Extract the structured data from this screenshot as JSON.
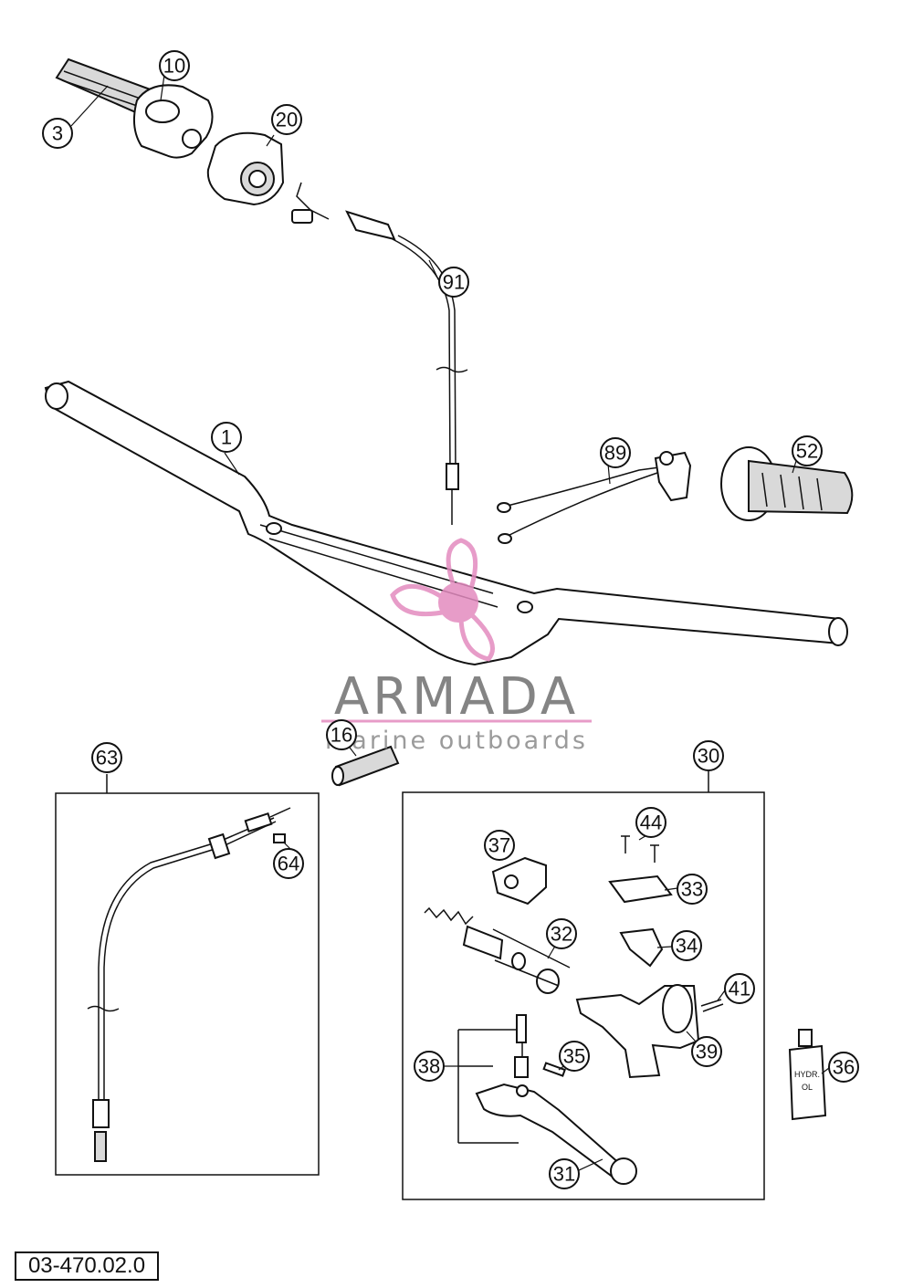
{
  "diagram_code": "03-470.02.0",
  "watermark": {
    "brand": "ARMADA",
    "tagline": "marine outboards",
    "accent_color": "#e38bbf"
  },
  "callouts": {
    "c1": "1",
    "c3": "3",
    "c10": "10",
    "c16": "16",
    "c20": "20",
    "c30": "30",
    "c31": "31",
    "c32": "32",
    "c33": "33",
    "c34": "34",
    "c35": "35",
    "c36": "36",
    "c37": "37",
    "c38": "38",
    "c39": "39",
    "c41": "41",
    "c44": "44",
    "c52": "52",
    "c63": "63",
    "c64": "64",
    "c89": "89",
    "c91": "91"
  },
  "bottle_label": "HYDR.\nOL"
}
